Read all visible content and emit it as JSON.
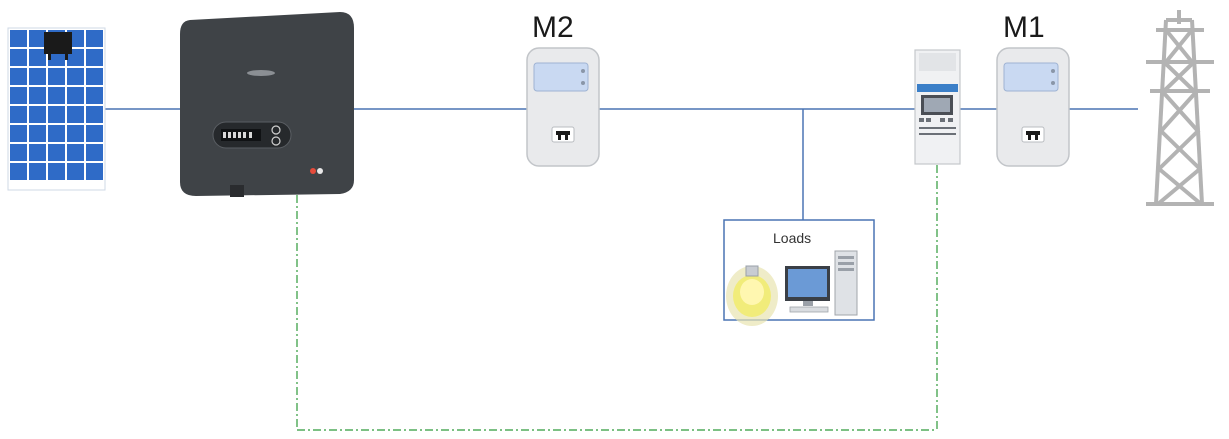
{
  "diagram": {
    "meters": [
      {
        "id": "m2",
        "label": "M2"
      },
      {
        "id": "m1",
        "label": "M1"
      }
    ],
    "loads": {
      "label": "Loads"
    },
    "colors": {
      "line": "#4a74b4",
      "comm_line": "#2e9a3a",
      "inverter": "#3f4347",
      "panel": "#2f6bc7",
      "meter_body": "#e9eaec",
      "meter_screen": "#c9d9f2"
    },
    "icons": [
      "solar-panel-icon",
      "inverter-icon",
      "meter-icon",
      "energy-meter-icon",
      "loads-icon",
      "grid-tower-icon"
    ]
  }
}
